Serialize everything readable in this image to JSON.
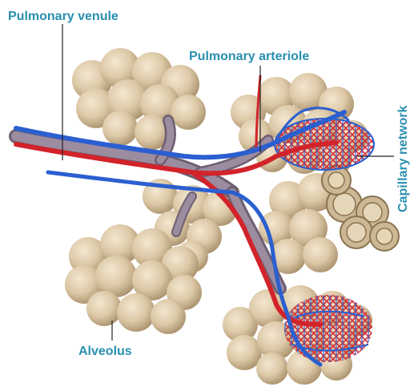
{
  "labels": {
    "pulmonary_venule": "Pulmonary venule",
    "pulmonary_arteriole": "Pulmonary arteriole",
    "capillary_network": "Capillary network",
    "alveolus": "Alveolus"
  },
  "colors": {
    "label_text": "#2a8fb0",
    "leader_line": "#222222",
    "alveolus_fill": "#d9c6a5",
    "alveolus_shade": "#b9a27d",
    "bronchiole": "#8a7a8c",
    "artery_red": "#d2232a",
    "vein_blue": "#2b5fd0"
  }
}
